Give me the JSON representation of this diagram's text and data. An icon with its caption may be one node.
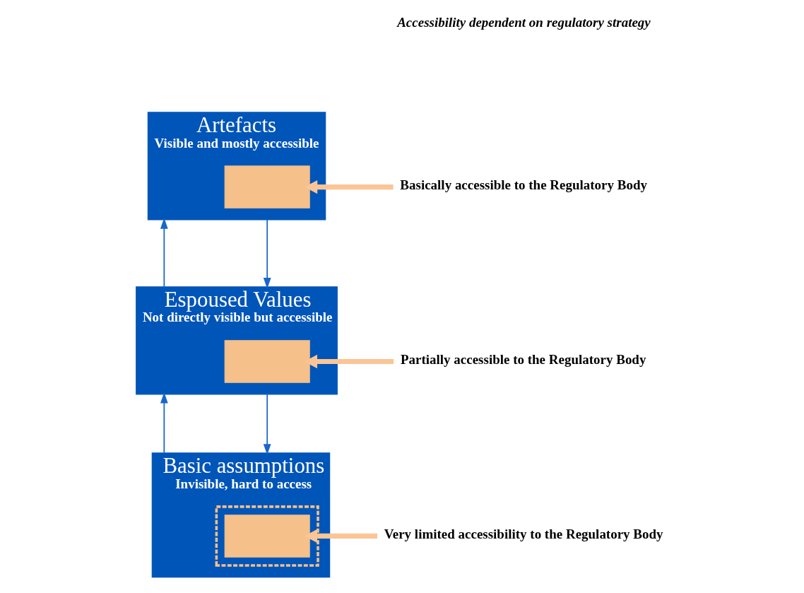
{
  "diagram": {
    "nodes": [
      {
        "text": [
          "Artefacts",
          "Visible and mostly accessible"
        ]
      },
      {
        "text": [],
        "shape": "box",
        "in": 0
      },
      {
        "text": [
          "Espoused Values",
          "Not directly visible but accessible"
        ]
      },
      {
        "text": [],
        "shape": "box",
        "in": 2
      },
      {
        "text": [
          "Basic assumptions",
          "Invisible, hard to access"
        ]
      },
      {
        "text": [],
        "shape": "box",
        "in": 4
      },
      {
        "text": [],
        "shape": "box",
        "in": 5
      },
      {
        "text": [
          "Basically accessible to the Regulatory Body"
        ]
      },
      {
        "text": [
          "Partially accessible to the Regulatory Body"
        ]
      },
      {
        "text": [
          "Very limited accessibility to the Regulatory Body"
        ]
      }
    ],
    "edges": [
      {
        "from": 0,
        "to": 2,
        "arrow": "to",
        "color": "#1a66c9"
      },
      {
        "from": 2,
        "to": 0,
        "arrow": "to",
        "color": "#1a66c9"
      },
      {
        "from": 2,
        "to": 4,
        "arrow": "to",
        "color": "#1a66c9"
      },
      {
        "from": 4,
        "to": 2,
        "arrow": "to",
        "color": "#1a66c9"
      },
      {
        "from": 7,
        "to": 1,
        "arrow": "to",
        "style": "thick",
        "color": "#fbc596"
      },
      {
        "from": 8,
        "to": 3,
        "arrow": "to",
        "style": "thick",
        "color": "#fbc596"
      },
      {
        "from": 9,
        "to": 6,
        "arrow": "to",
        "style": "thick",
        "color": "#fbc596"
      }
    ],
    "labels": [
      "Accessibility dependent on regulatory strategy"
    ]
  }
}
